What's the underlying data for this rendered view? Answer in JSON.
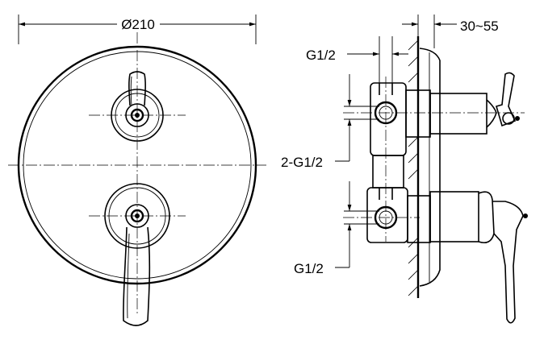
{
  "dimensions": {
    "diameter": "Ø210",
    "depth_range": "30~55",
    "outlet_top": "G1/2",
    "inlets": "2-G1/2",
    "outlet_bottom": "G1/2"
  }
}
